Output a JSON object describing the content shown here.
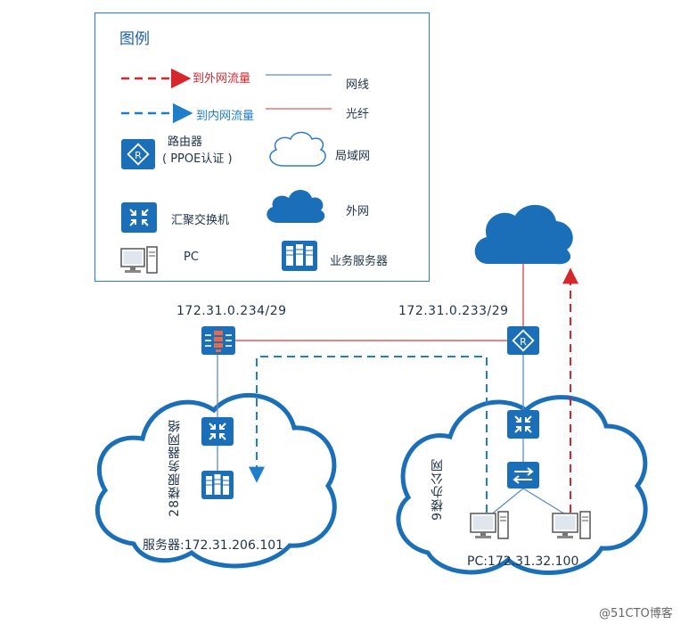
{
  "legend": {
    "title": "图例",
    "outbound_traffic": "到外网流量",
    "inbound_traffic": "到内网流量",
    "network_cable": "网线",
    "fiber": "光纤",
    "router_line1": "路由器",
    "router_line2": "( PPOE认证 )",
    "lan": "局域网",
    "aggregation_switch": "汇聚交换机",
    "external_network": "外网",
    "pc": "PC",
    "business_server": "业务服务器"
  },
  "nodes": {
    "firewall_ip": "172.31.0.234/29",
    "router_ip": "172.31.0.233/29",
    "server_network_label": "28楼服务器网络",
    "server_ip": "服务器:172.31.206.101",
    "office_network_label": "9楼办公网",
    "pc_ip": "PC:172.31.32.100"
  },
  "colors": {
    "blue": "#1f7ec9",
    "red": "#d6272c",
    "icon": "#1a6fb8"
  },
  "watermark": "@51CTO博客"
}
